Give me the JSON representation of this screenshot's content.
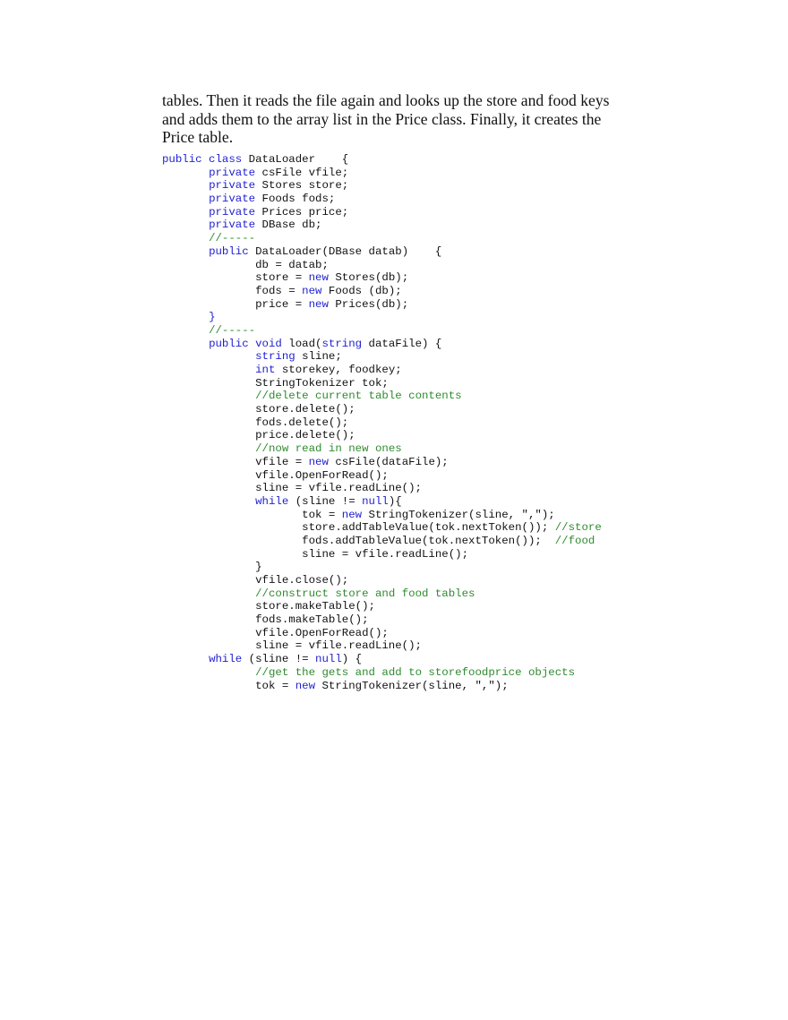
{
  "paragraph": {
    "lines": [
      "tables. Then it reads the file again and looks up the store and food keys",
      "and adds them to the array list in the Price class. Finally, it creates the",
      "Price table."
    ]
  },
  "code_listing": {
    "language": "C#",
    "colors": {
      "keyword": "#1f1fd0",
      "comment": "#2e8b2e",
      "text": "#111111"
    },
    "lines": [
      [
        {
          "t": "public class",
          "k": "kw"
        },
        {
          "t": " DataLoader    {"
        }
      ],
      [
        {
          "t": "       "
        },
        {
          "t": "private",
          "k": "kw"
        },
        {
          "t": " csFile vfile;"
        }
      ],
      [
        {
          "t": "       "
        },
        {
          "t": "private",
          "k": "kw"
        },
        {
          "t": " Stores store;"
        }
      ],
      [
        {
          "t": "       "
        },
        {
          "t": "private",
          "k": "kw"
        },
        {
          "t": " Foods fods;"
        }
      ],
      [
        {
          "t": "       "
        },
        {
          "t": "private",
          "k": "kw"
        },
        {
          "t": " Prices price;"
        }
      ],
      [
        {
          "t": "       "
        },
        {
          "t": "private",
          "k": "kw"
        },
        {
          "t": " DBase db;"
        }
      ],
      [
        {
          "t": "       "
        },
        {
          "t": "//-----",
          "k": "cm"
        }
      ],
      [
        {
          "t": "       "
        },
        {
          "t": "public",
          "k": "kw"
        },
        {
          "t": " DataLoader(DBase datab)    {"
        }
      ],
      [
        {
          "t": "              db = datab;"
        }
      ],
      [
        {
          "t": "              store = "
        },
        {
          "t": "new",
          "k": "kw"
        },
        {
          "t": " Stores(db);"
        }
      ],
      [
        {
          "t": "              fods = "
        },
        {
          "t": "new",
          "k": "kw"
        },
        {
          "t": " Foods (db);"
        }
      ],
      [
        {
          "t": "              price = "
        },
        {
          "t": "new",
          "k": "kw"
        },
        {
          "t": " Prices(db);"
        }
      ],
      [
        {
          "t": "       "
        },
        {
          "t": "}",
          "k": "kw"
        }
      ],
      [
        {
          "t": "       "
        },
        {
          "t": "//-----",
          "k": "cm"
        }
      ],
      [
        {
          "t": "       "
        },
        {
          "t": "public void",
          "k": "kw"
        },
        {
          "t": " load("
        },
        {
          "t": "string",
          "k": "kw"
        },
        {
          "t": " dataFile) {"
        }
      ],
      [
        {
          "t": "              "
        },
        {
          "t": "string",
          "k": "kw"
        },
        {
          "t": " sline;"
        }
      ],
      [
        {
          "t": "              "
        },
        {
          "t": "int",
          "k": "kw"
        },
        {
          "t": " storekey, foodkey;"
        }
      ],
      [
        {
          "t": "              StringTokenizer tok;"
        }
      ],
      [
        {
          "t": "              "
        },
        {
          "t": "//delete current table contents",
          "k": "cm"
        }
      ],
      [
        {
          "t": "              store.delete();"
        }
      ],
      [
        {
          "t": "              fods.delete();"
        }
      ],
      [
        {
          "t": "              price.delete();"
        }
      ],
      [
        {
          "t": "              "
        },
        {
          "t": "//now read in new ones",
          "k": "cm"
        }
      ],
      [
        {
          "t": "              vfile = "
        },
        {
          "t": "new",
          "k": "kw"
        },
        {
          "t": " csFile(dataFile);"
        }
      ],
      [
        {
          "t": "              vfile.OpenForRead();"
        }
      ],
      [
        {
          "t": "              sline = vfile.readLine();"
        }
      ],
      [
        {
          "t": "              "
        },
        {
          "t": "while",
          "k": "kw"
        },
        {
          "t": " (sline != "
        },
        {
          "t": "null",
          "k": "kw"
        },
        {
          "t": "){"
        }
      ],
      [
        {
          "t": "                     tok = "
        },
        {
          "t": "new",
          "k": "kw"
        },
        {
          "t": " StringTokenizer(sline, \",\");"
        }
      ],
      [
        {
          "t": "                     store.addTableValue(tok.nextToken()); "
        },
        {
          "t": "//store",
          "k": "cm"
        }
      ],
      [
        {
          "t": "                     fods.addTableValue(tok.nextToken());  "
        },
        {
          "t": "//food",
          "k": "cm"
        }
      ],
      [
        {
          "t": "                     sline = vfile.readLine();"
        }
      ],
      [
        {
          "t": "              }"
        }
      ],
      [
        {
          "t": "              vfile.close();"
        }
      ],
      [
        {
          "t": "              "
        },
        {
          "t": "//construct store and food tables",
          "k": "cm"
        }
      ],
      [
        {
          "t": "              store.makeTable();"
        }
      ],
      [
        {
          "t": "              fods.makeTable();"
        }
      ],
      [
        {
          "t": "              vfile.OpenForRead();"
        }
      ],
      [
        {
          "t": "              sline = vfile.readLine();"
        }
      ],
      [
        {
          "t": "       "
        },
        {
          "t": "while",
          "k": "kw"
        },
        {
          "t": " (sline != "
        },
        {
          "t": "null",
          "k": "kw"
        },
        {
          "t": ") {"
        }
      ],
      [
        {
          "t": "              "
        },
        {
          "t": "//get the gets and add to storefoodprice objects",
          "k": "cm"
        }
      ],
      [
        {
          "t": "              tok = "
        },
        {
          "t": "new",
          "k": "kw"
        },
        {
          "t": " StringTokenizer(sline, \",\");"
        }
      ]
    ]
  }
}
